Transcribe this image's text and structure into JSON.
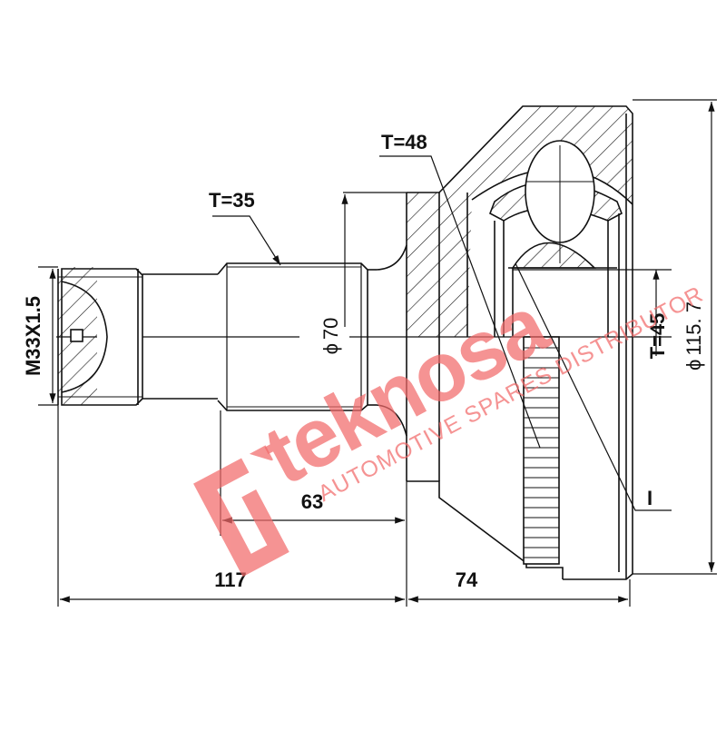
{
  "drawing": {
    "type": "technical-drawing",
    "subject": "CV joint (outer) cross-section",
    "line_color": "#111111",
    "background": "#ffffff"
  },
  "labels": {
    "thread": "M33X1.5",
    "spline_shaft_teeth": "T=35",
    "inner_teeth": "T=48",
    "abs_ring_teeth": "T=45",
    "shaft_diameter_symbol": "ϕ",
    "shaft_diameter": "70",
    "outer_diameter_symbol": "ϕ",
    "outer_diameter": "115. 7",
    "callout_I": "I"
  },
  "dimensions": {
    "shaft_length": "63",
    "total_shaft_length": "117",
    "body_length": "74"
  },
  "watermark": {
    "brand": "teknosa",
    "tagline": "AUTOMOTIVE SPARES DISTRIBUTOR",
    "color": "#f26a6a"
  }
}
